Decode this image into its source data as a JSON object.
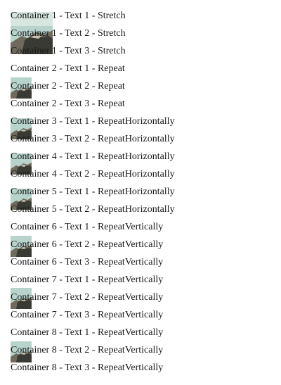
{
  "containers": [
    {
      "id": 1,
      "mode": "Stretch",
      "rows": [
        "Container 1 - Text 1 - Stretch",
        "Container 1 - Text 2 - Stretch",
        "Container 1 - Text 3 - Stretch"
      ]
    },
    {
      "id": 2,
      "mode": "Repeat",
      "rows": [
        "Container 2 - Text 1 - Repeat",
        "Container 2 - Text 2 - Repeat",
        "Container 2 - Text 3 - Repeat"
      ]
    },
    {
      "id": 3,
      "mode": "RepeatHorizontally",
      "rows": [
        "Container 3 - Text 1 - RepeatHorizontally",
        "Container 3 - Text 2 - RepeatHorizontally"
      ]
    },
    {
      "id": 4,
      "mode": "RepeatHorizontally",
      "rows": [
        "Container 4 - Text 1 - RepeatHorizontally",
        "Container 4 - Text 2 - RepeatHorizontally"
      ]
    },
    {
      "id": 5,
      "mode": "RepeatHorizontally",
      "rows": [
        "Container 5 - Text 1 - RepeatHorizontally",
        "Container 5 - Text 2 - RepeatHorizontally"
      ]
    },
    {
      "id": 6,
      "mode": "RepeatVertically",
      "rows": [
        "Container 6 - Text 1 - RepeatVertically",
        "Container 6 - Text 2 - RepeatVertically",
        "Container 6 - Text 3 - RepeatVertically"
      ]
    },
    {
      "id": 7,
      "mode": "RepeatVertically",
      "rows": [
        "Container 7 - Text 1 - RepeatVertically",
        "Container 7 - Text 2 - RepeatVertically",
        "Container 7 - Text 3 - RepeatVertically"
      ]
    },
    {
      "id": 8,
      "mode": "RepeatVertically",
      "rows": [
        "Container 8 - Text 1 - RepeatVertically",
        "Container 8 - Text 2 - RepeatVertically",
        "Container 8 - Text 3 - RepeatVertically"
      ]
    }
  ],
  "colors": {
    "sky": "#b7d3cc",
    "sky_light": "#d7e6df",
    "rock_dark": "#3a3a34",
    "rock_mid": "#6f6a5c",
    "rock_light": "#c9c2ad",
    "text": "#1a1a1a"
  },
  "image_icon": "landscape-thumbnail-icon"
}
